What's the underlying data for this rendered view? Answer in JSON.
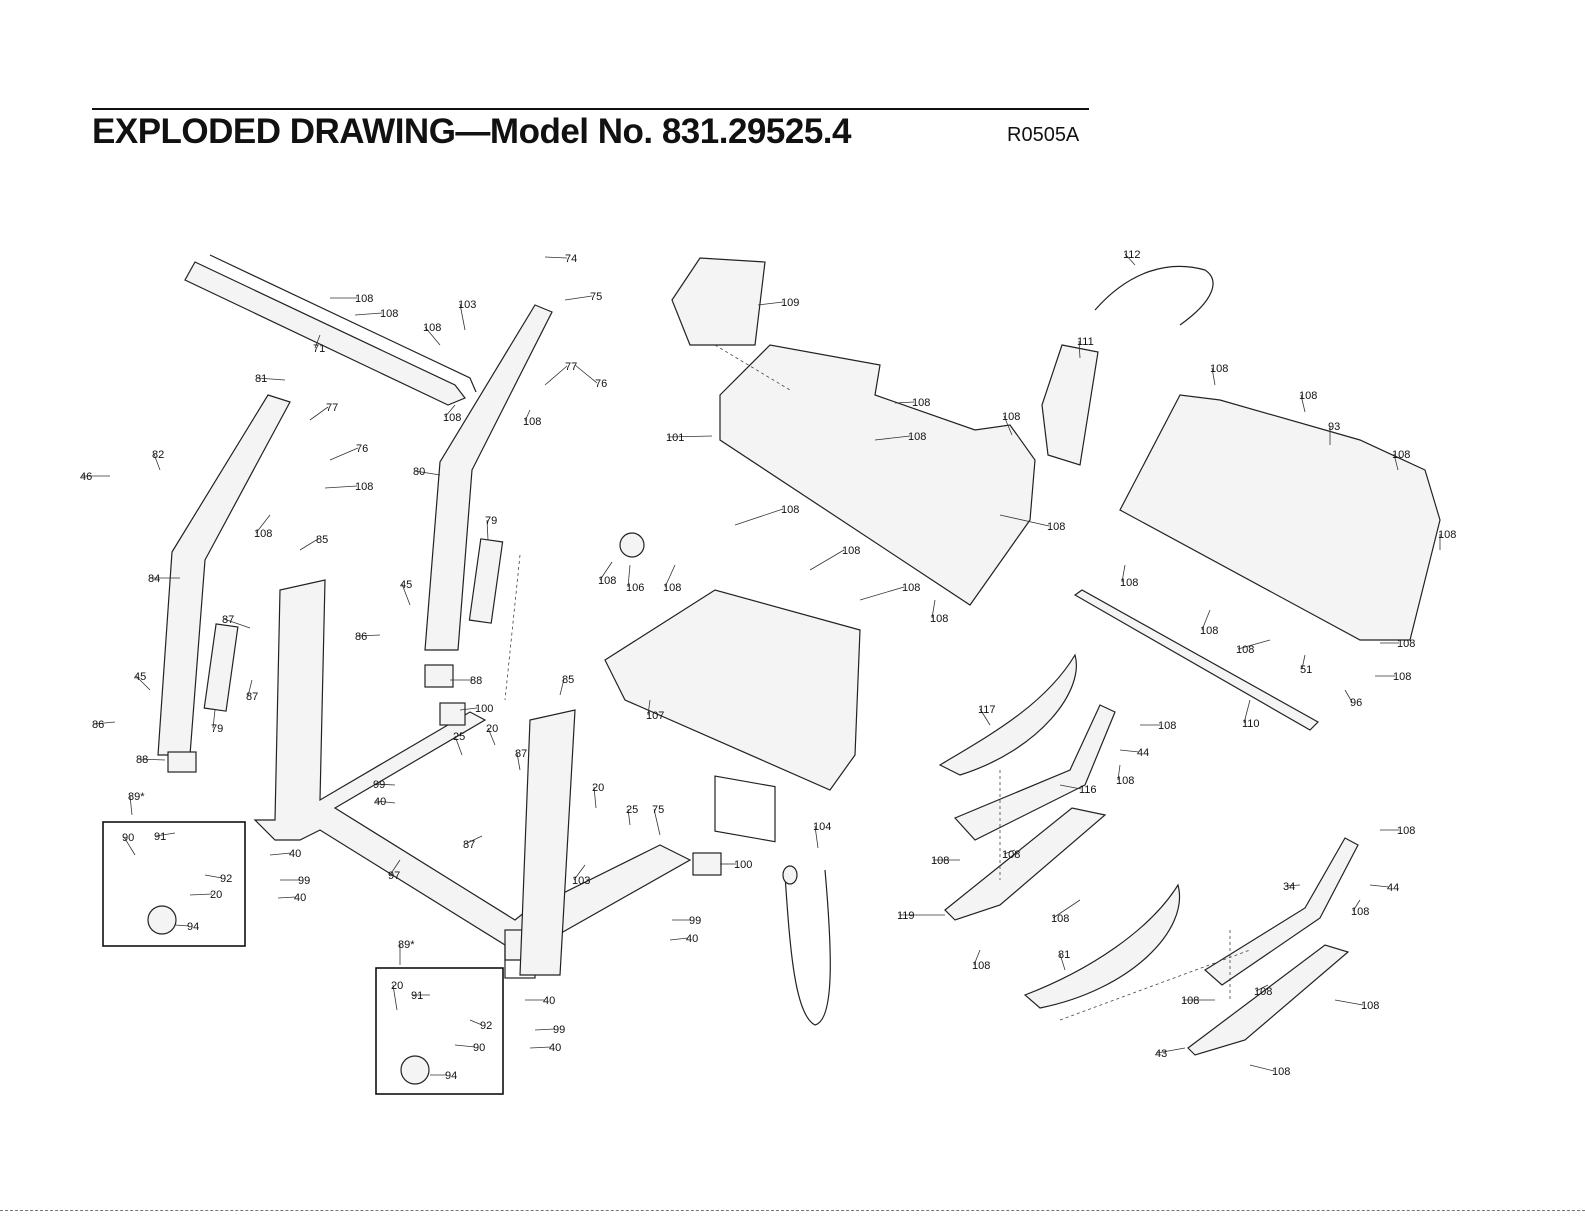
{
  "header": {
    "title": "EXPLODED DRAWING—Model No. 831.29525.4",
    "revision": "R0505A"
  },
  "callouts": [
    {
      "label": "74"
    },
    {
      "label": "75"
    },
    {
      "label": "108"
    },
    {
      "label": "108"
    },
    {
      "label": "103"
    },
    {
      "label": "108"
    },
    {
      "label": "71"
    },
    {
      "label": "77"
    },
    {
      "label": "76"
    },
    {
      "label": "108"
    },
    {
      "label": "108"
    },
    {
      "label": "81"
    },
    {
      "label": "77"
    },
    {
      "label": "76"
    },
    {
      "label": "108"
    },
    {
      "label": "82"
    },
    {
      "label": "46"
    },
    {
      "label": "108"
    },
    {
      "label": "80"
    },
    {
      "label": "85"
    },
    {
      "label": "84"
    },
    {
      "label": "79"
    },
    {
      "label": "45"
    },
    {
      "label": "86"
    },
    {
      "label": "87"
    },
    {
      "label": "87"
    },
    {
      "label": "79"
    },
    {
      "label": "45"
    },
    {
      "label": "86"
    },
    {
      "label": "88"
    },
    {
      "label": "88"
    },
    {
      "label": "100"
    },
    {
      "label": "20"
    },
    {
      "label": "25"
    },
    {
      "label": "87"
    },
    {
      "label": "85"
    },
    {
      "label": "89*"
    },
    {
      "label": "99"
    },
    {
      "label": "40"
    },
    {
      "label": "90"
    },
    {
      "label": "91"
    },
    {
      "label": "92"
    },
    {
      "label": "20"
    },
    {
      "label": "94"
    },
    {
      "label": "40"
    },
    {
      "label": "99"
    },
    {
      "label": "40"
    },
    {
      "label": "97"
    },
    {
      "label": "87"
    },
    {
      "label": "20"
    },
    {
      "label": "25"
    },
    {
      "label": "75"
    },
    {
      "label": "103"
    },
    {
      "label": "100"
    },
    {
      "label": "99"
    },
    {
      "label": "40"
    },
    {
      "label": "89*"
    },
    {
      "label": "20"
    },
    {
      "label": "91"
    },
    {
      "label": "92"
    },
    {
      "label": "90"
    },
    {
      "label": "94"
    },
    {
      "label": "40"
    },
    {
      "label": "99"
    },
    {
      "label": "40"
    },
    {
      "label": "109"
    },
    {
      "label": "101"
    },
    {
      "label": "108"
    },
    {
      "label": "108"
    },
    {
      "label": "108"
    },
    {
      "label": "108"
    },
    {
      "label": "108"
    },
    {
      "label": "108"
    },
    {
      "label": "108"
    },
    {
      "label": "108"
    },
    {
      "label": "108"
    },
    {
      "label": "106"
    },
    {
      "label": "108"
    },
    {
      "label": "107"
    },
    {
      "label": "104"
    },
    {
      "label": "112"
    },
    {
      "label": "111"
    },
    {
      "label": "108"
    },
    {
      "label": "108"
    },
    {
      "label": "93"
    },
    {
      "label": "108"
    },
    {
      "label": "108"
    },
    {
      "label": "108"
    },
    {
      "label": "108"
    },
    {
      "label": "108"
    },
    {
      "label": "108"
    },
    {
      "label": "51"
    },
    {
      "label": "108"
    },
    {
      "label": "96"
    },
    {
      "label": "110"
    },
    {
      "label": "117"
    },
    {
      "label": "108"
    },
    {
      "label": "44"
    },
    {
      "label": "108"
    },
    {
      "label": "116"
    },
    {
      "label": "108"
    },
    {
      "label": "108"
    },
    {
      "label": "119"
    },
    {
      "label": "108"
    },
    {
      "label": "108"
    },
    {
      "label": "108"
    },
    {
      "label": "34"
    },
    {
      "label": "44"
    },
    {
      "label": "108"
    },
    {
      "label": "81"
    },
    {
      "label": "108"
    },
    {
      "label": "108"
    },
    {
      "label": "108"
    },
    {
      "label": "43"
    },
    {
      "label": "108"
    }
  ]
}
